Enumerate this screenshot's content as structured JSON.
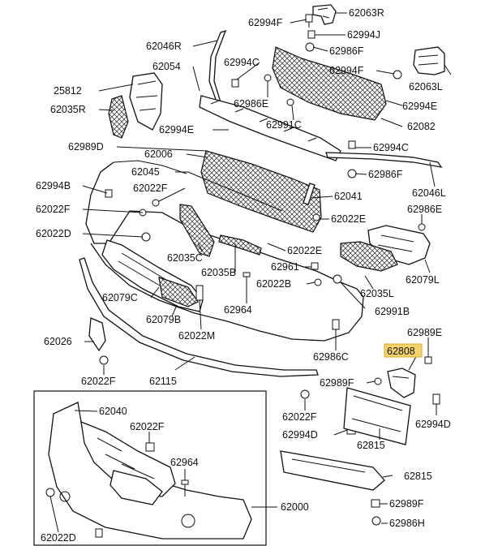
{
  "labels": {
    "l62063R": "62063R",
    "l62994F_a": "62994F",
    "l62994J": "62994J",
    "l62986F_a": "62986F",
    "l62046R": "62046R",
    "l62994C_a": "62994C",
    "l62994F_b": "62994F",
    "l62063L": "62063L",
    "l62054": "62054",
    "l25812": "25812",
    "l62035R": "62035R",
    "l62986E_a": "62986E",
    "l62994E_a": "62994E",
    "l62991C": "62991C",
    "l62082": "62082",
    "l62994E_b": "62994E",
    "l62989D": "62989D",
    "l62006": "62006",
    "l62994C_b": "62994C",
    "l62045": "62045",
    "l62986F_b": "62986F",
    "l62994B": "62994B",
    "l62022F_a": "62022F",
    "l62046L": "62046L",
    "l62041": "62041",
    "l62022F_b": "62022F",
    "l62986E_b": "62986E",
    "l62022E_a": "62022E",
    "l62022D_a": "62022D",
    "l62022E_b": "62022E",
    "l62035C": "62035C",
    "l62961": "62961",
    "l62079L": "62079L",
    "l62035B": "62035B",
    "l62022B": "62022B",
    "l62035L": "62035L",
    "l62079C": "62079C",
    "l62964_a": "62964",
    "l62991B": "62991B",
    "l62079B": "62079B",
    "l62022M": "62022M",
    "l62989E": "62989E",
    "l62026": "62026",
    "l62808": "62808",
    "l62986C": "62986C",
    "l62022F_c": "62022F",
    "l62115": "62115",
    "l62989F_a": "62989F",
    "l62040": "62040",
    "l62022F_d": "62022F",
    "l62994D_a": "62994D",
    "l62022F_e": "62022F",
    "l62994D_b": "62994D",
    "l62815_a": "62815",
    "l62964_b": "62964",
    "l62815_b": "62815",
    "l62000": "62000",
    "l62989F_b": "62989F",
    "l62022D_b": "62022D",
    "l62986H": "62986H"
  },
  "highlight_color": "#f3d26a",
  "line_color": "#111111"
}
